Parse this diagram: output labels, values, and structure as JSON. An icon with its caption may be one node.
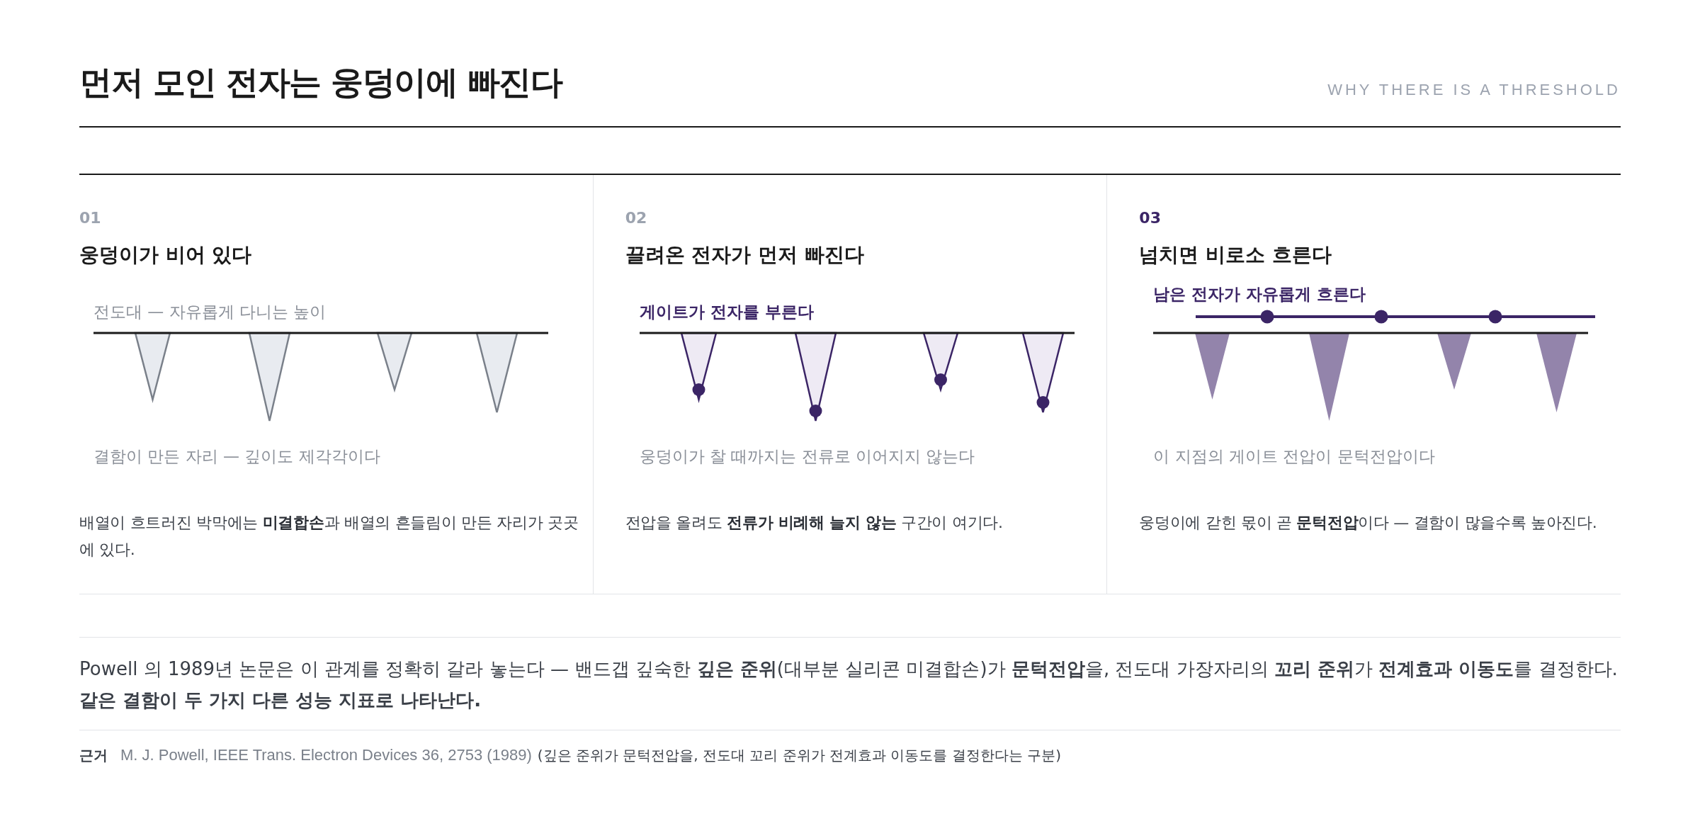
{
  "diagram": {
    "title": "먼저 모인 전자는 웅덩이에 빠진다",
    "nodes": [
      {
        "text": [
          "01",
          "웅덩이가 비어 있다",
          "전도대 — 자유롭게 다니는 높이",
          "결함이 만든 자리 — 깊이도 제각각이다",
          "배열이 흐트러진 박막에는 **미결합손**과 배열의 흔들림이 만든 자리가 곳곳에 있다."
        ]
      },
      {
        "text": [
          "02",
          "끌려온 전자가 먼저 빠진다",
          "게이트가 전자를 부른다",
          "웅덩이가 찰 때까지는 전류로 이어지지 않는다",
          "전압을 올려도 **전류가 비례해 늘지 않는** 구간이 여기다."
        ]
      },
      {
        "text": [
          "03",
          "넘치면 비로소 흐른다",
          "남은 전자가 자유롭게 흐른다",
          "이 지점의 게이트 전압이 문턱전압이다",
          "웅덩이에 갇힌 몫이 곧 **문턱전압**이다 — 결함이 많을수록 높아진다."
        ]
      }
    ],
    "labels": [
      "WHY THERE IS A THRESHOLD",
      "Powell 의 1989년 논문은 이 관계를 정확히 갈라 놓는다 — 밴드갭 깊숙한 **깊은 준위**(대부분 실리콘 미결합손)가 **문턱전압**을, 전도대 가장자리의 **꼬리 준위**가 **전계효과 이동도**를 결정한다. **같은 결함이 두 가지 다른 성능 지표로 나타난다.**",
      "근거",
      "M. J. Powell, IEEE Trans. Electron Devices 36, 2753 (1989)",
      "(깊은 준위가 문턱전압을, 전도대 꼬리 준위가 전계효과 이동도를 결정한다는 구분)"
    ]
  }
}
